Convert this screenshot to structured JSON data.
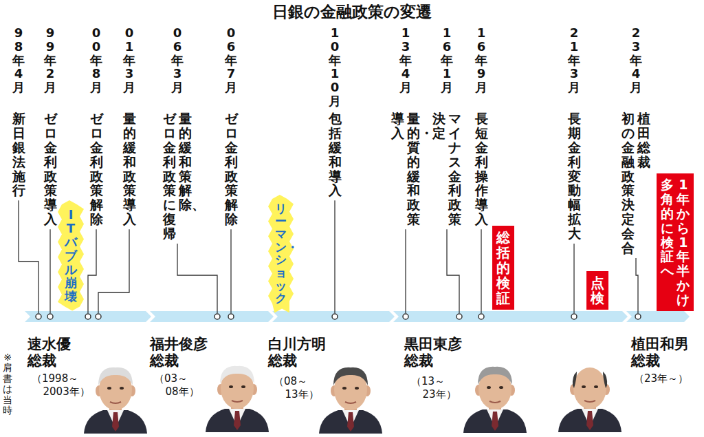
{
  "diagram": {
    "title": "日銀の金融政策の変遷",
    "nodes": [
      {
        "text": [
          "ITバブル崩壊"
        ]
      },
      {
        "text": [
          "リーマン・ショック"
        ]
      },
      {
        "text": [
          "総括的検証"
        ]
      },
      {
        "text": [
          "点検"
        ]
      },
      {
        "text": [
          "1年から1年半かけ 多角的に検証へ"
        ]
      }
    ],
    "labels": [
      "98年4月",
      "新日銀法施行",
      "99年2月",
      "ゼロ金利政策導入",
      "00年8月",
      "ゼロ金利政策解除",
      "01年3月",
      "量的緩和政策導入",
      "06年3月",
      "量的緩和策解除、 ゼロ金利政策に復帰",
      "06年7月",
      "ゼロ金利政策解除",
      "10年10月",
      "包括緩和導入",
      "13年4月",
      "量的・質的緩和政策 導入",
      "16年1月",
      "マイナス金利政策 決定",
      "16年9月",
      "長短金利操作導入",
      "21年3月",
      "長期金利変動幅拡大",
      "23年4月",
      "植田総裁 初の金融政策決定会合",
      "速水優 総裁",
      "（1998～ 2003年）",
      "福井俊彦 総裁",
      "（03～ 08年）",
      "白川方明 総裁",
      "（08～ 13年）",
      "黒田東彦 総裁",
      "（13～ 23年）",
      "植田和男 総裁",
      "（23年～）",
      "※肩書は当時"
    ]
  }
}
